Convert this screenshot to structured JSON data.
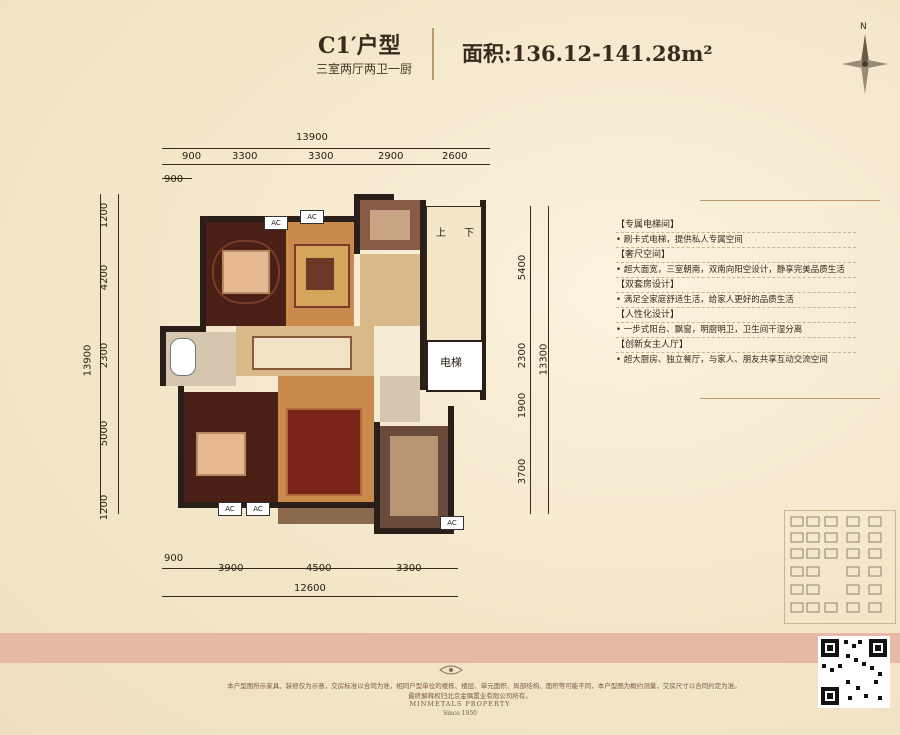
{
  "header": {
    "unit_type": "C1′户型",
    "layout_desc": "三室两厅两卫一厨",
    "area_label": "面积:136.12-141.28m²"
  },
  "compass_label": "N",
  "dimensions": {
    "top_total": "13900",
    "top_segments": [
      "900",
      "3300",
      "3300",
      "2900",
      "2600"
    ],
    "top_offset": "900",
    "left_total": "13900",
    "left_segments": [
      "1200",
      "4200",
      "2300",
      "5000",
      "1200"
    ],
    "right_total": "13300",
    "right_segments": [
      "5400",
      "2300",
      "1900",
      "3700"
    ],
    "bottom_segments": [
      "900",
      "3900",
      "4500",
      "3300"
    ],
    "bottom_total": "12600"
  },
  "floorplan": {
    "ac_labels": [
      "AC",
      "AC",
      "AC",
      "AC",
      "AC"
    ],
    "elevator_label": "电梯",
    "stair_up": "上",
    "stair_down": "下"
  },
  "features": [
    {
      "head": "【专属电梯间】",
      "items": [
        "• 刷卡式电梯，提供私人专属空间"
      ]
    },
    {
      "head": "【奢尺空间】",
      "items": [
        "• 超大面宽，三室朝南，双南向阳空设计，静享完美品质生活"
      ]
    },
    {
      "head": "【双套房设计】",
      "items": [
        "• 满足全家庭舒适生活，给家人更好的品质生活"
      ]
    },
    {
      "head": "【人性化设计】",
      "items": [
        "• 一步式阳台、飘窗，明厨明卫，卫生间干湿分离"
      ]
    },
    {
      "head": "【创新女主人厅】",
      "items": [
        "• 超大厨房、独立餐厅，与家人、朋友共享互动交流空间"
      ]
    }
  ],
  "footer": {
    "disclaimer_1": "本户型图所示家具、装修仅为示意，交房标准以合同为准，相同户型单位的楼栋、楼层、单元面积、局部结构、面积等可能不同，本户型图为概约测量，交房尺寸以合同约定为准。",
    "disclaimer_2": "最终解释权归北京金隅置业有限公司所有。",
    "brand": "MINMETALS PROPERTY",
    "since": "Since 1950"
  },
  "colors": {
    "background": "#f6ecd3",
    "footer_band": "#e8b9a6",
    "wall": "#2a1e18",
    "bedroom_floor": "#4a1f16",
    "parquet": "#c98a4b",
    "tile": "#d9b98a"
  }
}
